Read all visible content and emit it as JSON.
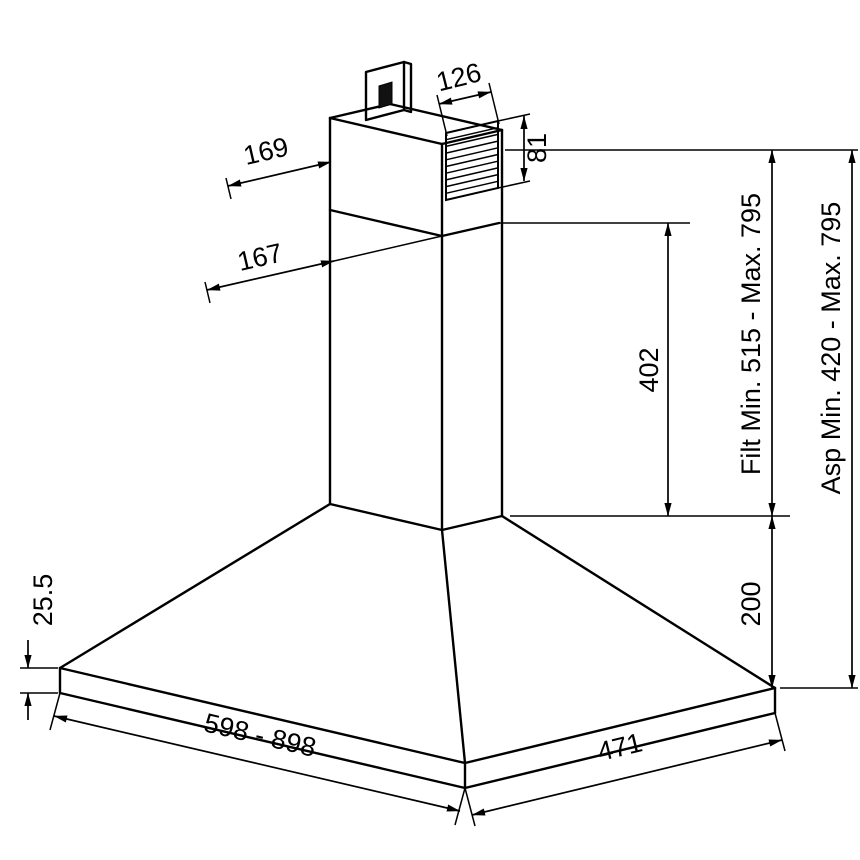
{
  "page": {
    "background": "#ffffff",
    "line_color": "#000000"
  },
  "diagram": {
    "type": "technical-dimension-drawing",
    "subject": "wall-mounted chimney cooker hood, dimetric projection with dimension lines",
    "units": "mm",
    "labels": {
      "duct_width": "126",
      "vent_height": "81",
      "upper_flue_width": "169",
      "lower_flue_width": "167",
      "flue_height": "402",
      "filt_range": "Filt Min. 515 - Max. 795",
      "asp_range": "Asp Min. 420 - Max. 795",
      "rim_height": "25.5",
      "body_height": "200",
      "width_range": "598 - 898",
      "depth": "471"
    }
  }
}
